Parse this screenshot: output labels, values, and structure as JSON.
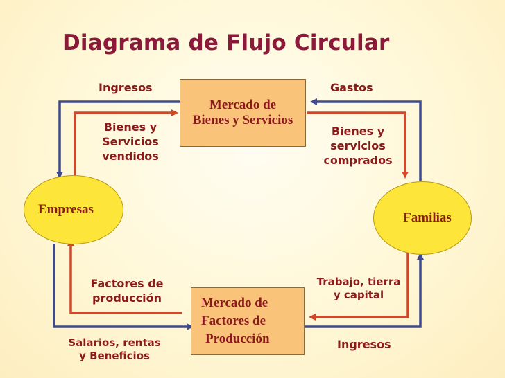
{
  "title": "Diagrama de Flujo Circular",
  "goods_market": {
    "line1": "Mercado de",
    "line2": "Bienes y Servicios"
  },
  "factor_market": {
    "line1": "Mercado de",
    "line2": "Factores de",
    "line3": "Producción"
  },
  "firms": "Empresas",
  "households": "Familias",
  "labels": {
    "top_left_income": "Ingresos",
    "top_right_spending": "Gastos",
    "goods_sold": [
      "Bienes y",
      "Servicios",
      "vendidos"
    ],
    "goods_bought": [
      "Bienes y",
      "servicios",
      "comprados"
    ],
    "factors": [
      "Factores de",
      "producción"
    ],
    "labor": [
      "Trabajo, tierra",
      "y capital"
    ],
    "wages": [
      "Salarios, rentas",
      "y Beneficios"
    ],
    "bottom_right_income": "Ingresos"
  },
  "colors": {
    "money_flow": "#3f4a8a",
    "real_flow": "#d1472a"
  }
}
